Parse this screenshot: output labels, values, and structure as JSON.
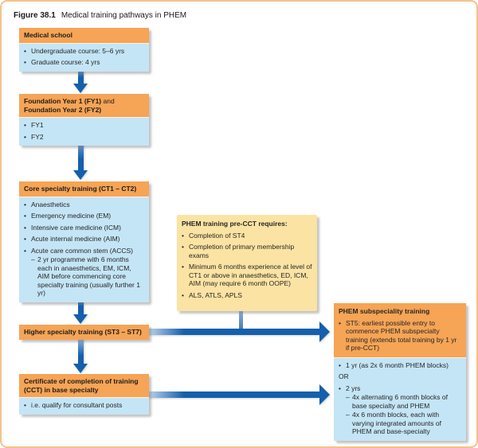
{
  "figure": {
    "label": "Figure 38.1",
    "title": "Medical training pathways in PHEM"
  },
  "colors": {
    "header_orange": "#f6a455",
    "body_blue": "#c4e5f6",
    "note_yellow": "#fbe3a3",
    "arrow_blue": "#1460ac",
    "border_peach": "#f7c08a"
  },
  "boxes": {
    "medical_school": {
      "header": "Medical school",
      "items": [
        "Undergraduate course: 5–6 yrs",
        "Graduate course: 4 yrs"
      ]
    },
    "foundation": {
      "header_bold1": "Foundation Year 1 (FY1)",
      "header_plain": " and ",
      "header_bold2": "Foundation Year 2 (FY2)",
      "items": [
        "FY1",
        "FY2"
      ]
    },
    "core": {
      "header": "Core specialty training (CT1 – CT2)",
      "items": [
        "Anaesthetics",
        "Emergency medicine (EM)",
        "Intensive care medicine (ICM)",
        "Acute internal medicine (AIM)",
        "Acute care common stem (ACCS)"
      ],
      "sub_item": "2 yr programme with 6 months each in anaesthetics, EM, ICM, AIM before commencing core specialty training (usually further 1 yr)"
    },
    "higher": {
      "header": "Higher specialty training (ST3 – ST7)"
    },
    "cct": {
      "header": "Certificate of completion of training (CCT) in base specialty",
      "items": [
        "i.e. qualify for consultant posts"
      ]
    },
    "phem_pre_cct": {
      "header": "PHEM training pre-CCT requires:",
      "items": [
        "Completion of ST4",
        "Completion of primary membership exams",
        "Minimum 6 months experience at level of CT1 or above in anaesthetics, ED, ICM, AIM (may require 6 month OOPE)",
        "ALS, ATLS, APLS"
      ]
    },
    "phem_subspec": {
      "header": "PHEM subspeciality training",
      "orange_item": "ST5: earliest possible entry to commence PHEM subspecialty training (extends total training by 1 yr if pre-CCT)",
      "item_1yr": "1 yr (as 2x 6 month PHEM blocks)",
      "or_label": "OR",
      "item_2yrs": "2 yrs",
      "sub_items": [
        "4x alternating 6 month blocks of base specialty and PHEM",
        "4x 6 month blocks, each with varying integrated amounts of PHEM and base-specialty"
      ]
    }
  }
}
